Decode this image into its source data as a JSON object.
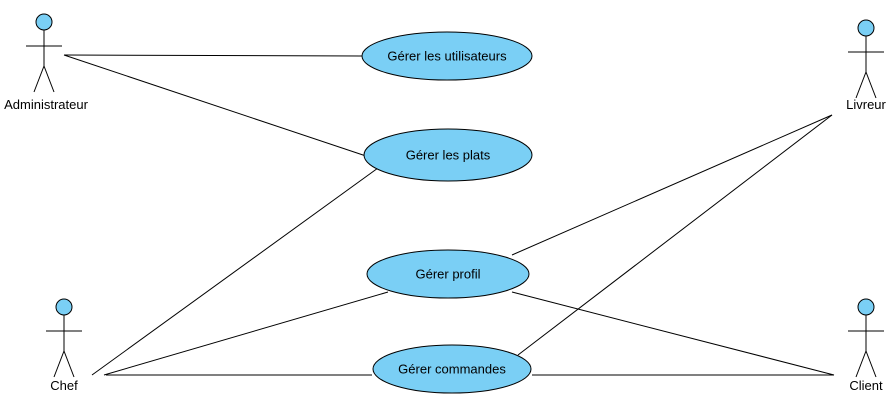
{
  "actors": {
    "administrateur": "Administrateur",
    "chef": "Chef",
    "livreur": "Livreur",
    "client": "Client"
  },
  "use_cases": {
    "gerer_utilisateurs": "Gérer les utilisateurs",
    "gerer_plats": "Gérer les plats",
    "gerer_profil": "Gérer profil",
    "gerer_commandes": "Gérer commandes"
  },
  "colors": {
    "fill": "#7acff5",
    "stroke": "#000000"
  }
}
